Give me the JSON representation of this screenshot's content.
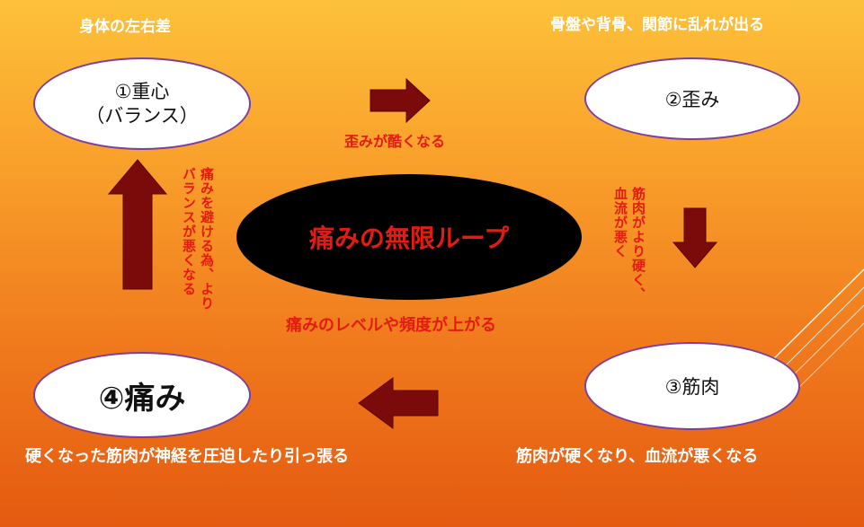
{
  "colors": {
    "arrow": "#7B0A0A",
    "arrow_stroke": "#5A0606",
    "label_red": "#E31B12",
    "node_border": "#7A3FA0",
    "center_fill": "#000000"
  },
  "center": {
    "label": "痛みの無限ループ"
  },
  "nodes": {
    "balance": {
      "line1": "①重心",
      "line2": "（バランス）"
    },
    "distortion": {
      "label": "②歪み"
    },
    "muscle": {
      "label": "③筋肉"
    },
    "pain": {
      "label": "④痛み"
    }
  },
  "captions": {
    "top_left": "身体の左右差",
    "top_right": "骨盤や背骨、関節に乱れが出る",
    "bottom_left": "硬くなった筋肉が神経を圧迫したり引っ張る",
    "bottom_right": "筋肉が硬くなり、血流が悪くなる"
  },
  "arrow_labels": {
    "top": "歪みが酷くなる",
    "bottom": "痛みのレベルや頻度が上がる",
    "right_col1": "筋肉がより硬く、",
    "right_col2": "血流が悪く",
    "left_col1": "痛みを避ける為、より",
    "left_col2": "バランスが悪くなる"
  },
  "arrows": [
    {
      "id": "arrow-right",
      "direction": "right"
    },
    {
      "id": "arrow-down",
      "direction": "down"
    },
    {
      "id": "arrow-left",
      "direction": "left"
    },
    {
      "id": "arrow-up",
      "direction": "up"
    }
  ]
}
